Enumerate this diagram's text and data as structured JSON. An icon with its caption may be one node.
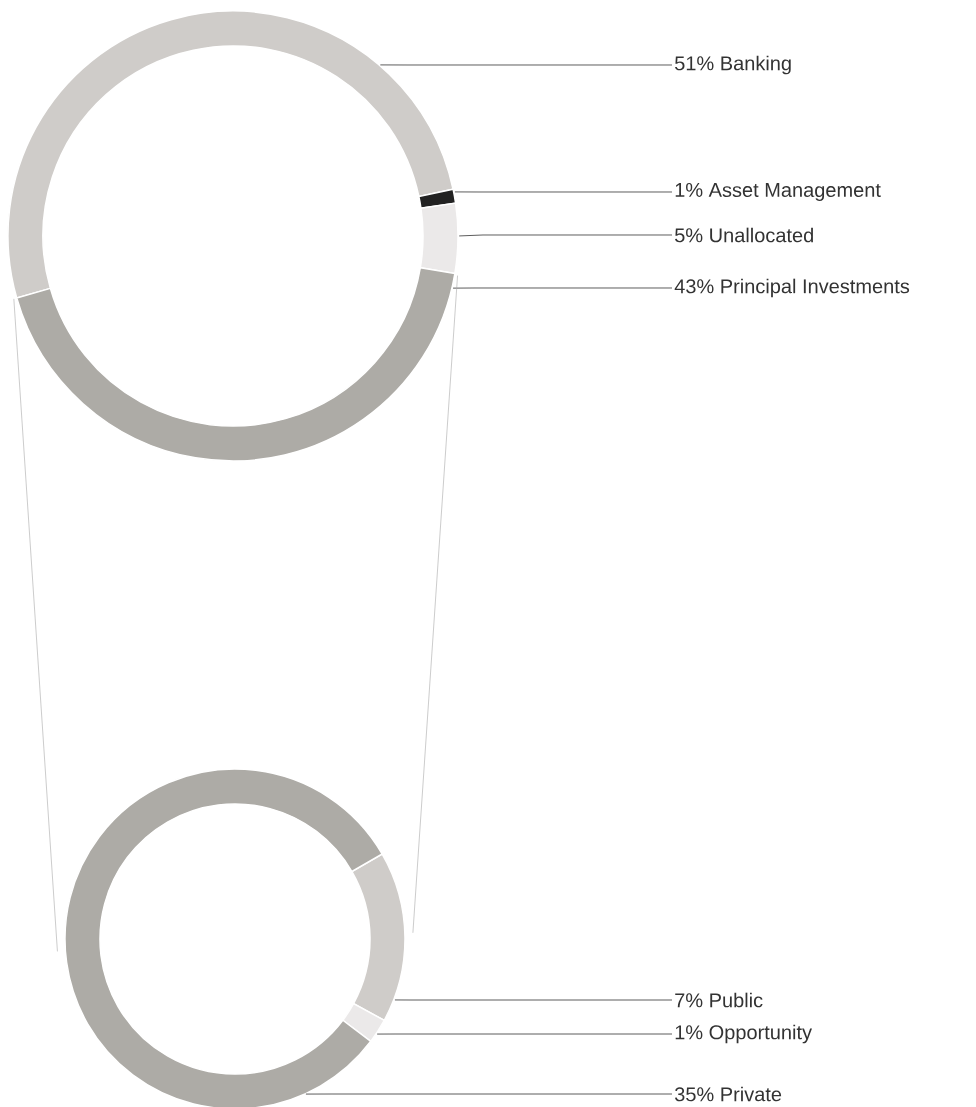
{
  "diagram": {
    "nodes": [
      {
        "text": [],
        "shape": "arc"
      },
      {
        "text": [],
        "shape": "arc"
      },
      {
        "text": [],
        "shape": "arc"
      },
      {
        "text": [],
        "shape": "arc"
      },
      {
        "text": [],
        "shape": "arc"
      },
      {
        "text": [],
        "shape": "arc"
      },
      {
        "text": [],
        "shape": "arc"
      },
      {
        "text": [
          "51% Banking"
        ]
      },
      {
        "text": [
          "1% Asset Management"
        ]
      },
      {
        "text": [
          "5% Unallocated"
        ]
      },
      {
        "text": [
          "43% Principal Investments"
        ]
      },
      {
        "text": [
          "7% Public"
        ]
      },
      {
        "text": [
          "1% Opportunity"
        ]
      },
      {
        "text": [
          "35% Private"
        ]
      }
    ],
    "edges": [
      {
        "from": 7,
        "to": 0,
        "arrow": "none"
      },
      {
        "from": 8,
        "to": 1,
        "arrow": "none"
      },
      {
        "from": 9,
        "to": 2,
        "arrow": "none"
      },
      {
        "from": 10,
        "to": 3,
        "arrow": "none"
      },
      {
        "from": 3,
        "to": 6,
        "arrow": "none",
        "color": "#aaaaaa"
      },
      {
        "from": 3,
        "to": 4,
        "arrow": "none",
        "color": "#aaaaaa"
      },
      {
        "from": 11,
        "to": 4,
        "arrow": "none"
      },
      {
        "from": 12,
        "to": 5,
        "arrow": "none"
      },
      {
        "from": 13,
        "to": 6,
        "arrow": "none"
      }
    ]
  }
}
